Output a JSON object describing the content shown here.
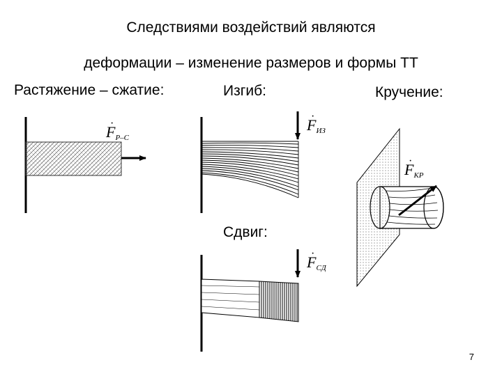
{
  "title": {
    "line1": "Следствиями воздействий являются",
    "line2": "деформации – изменение размеров и формы ТТ"
  },
  "labels": {
    "tension": "Растяжение – сжатие:",
    "bending": "Изгиб:",
    "torsion": "Кручение:",
    "shear": "Сдвиг:"
  },
  "forces": {
    "tension": {
      "symbol": "F",
      "subscript": "Р–С"
    },
    "bending": {
      "symbol": "F",
      "subscript": "ИЗ"
    },
    "torsion": {
      "symbol": "F",
      "subscript": "КР"
    },
    "shear": {
      "symbol": "F",
      "subscript": "СД"
    }
  },
  "page_number": "7"
}
